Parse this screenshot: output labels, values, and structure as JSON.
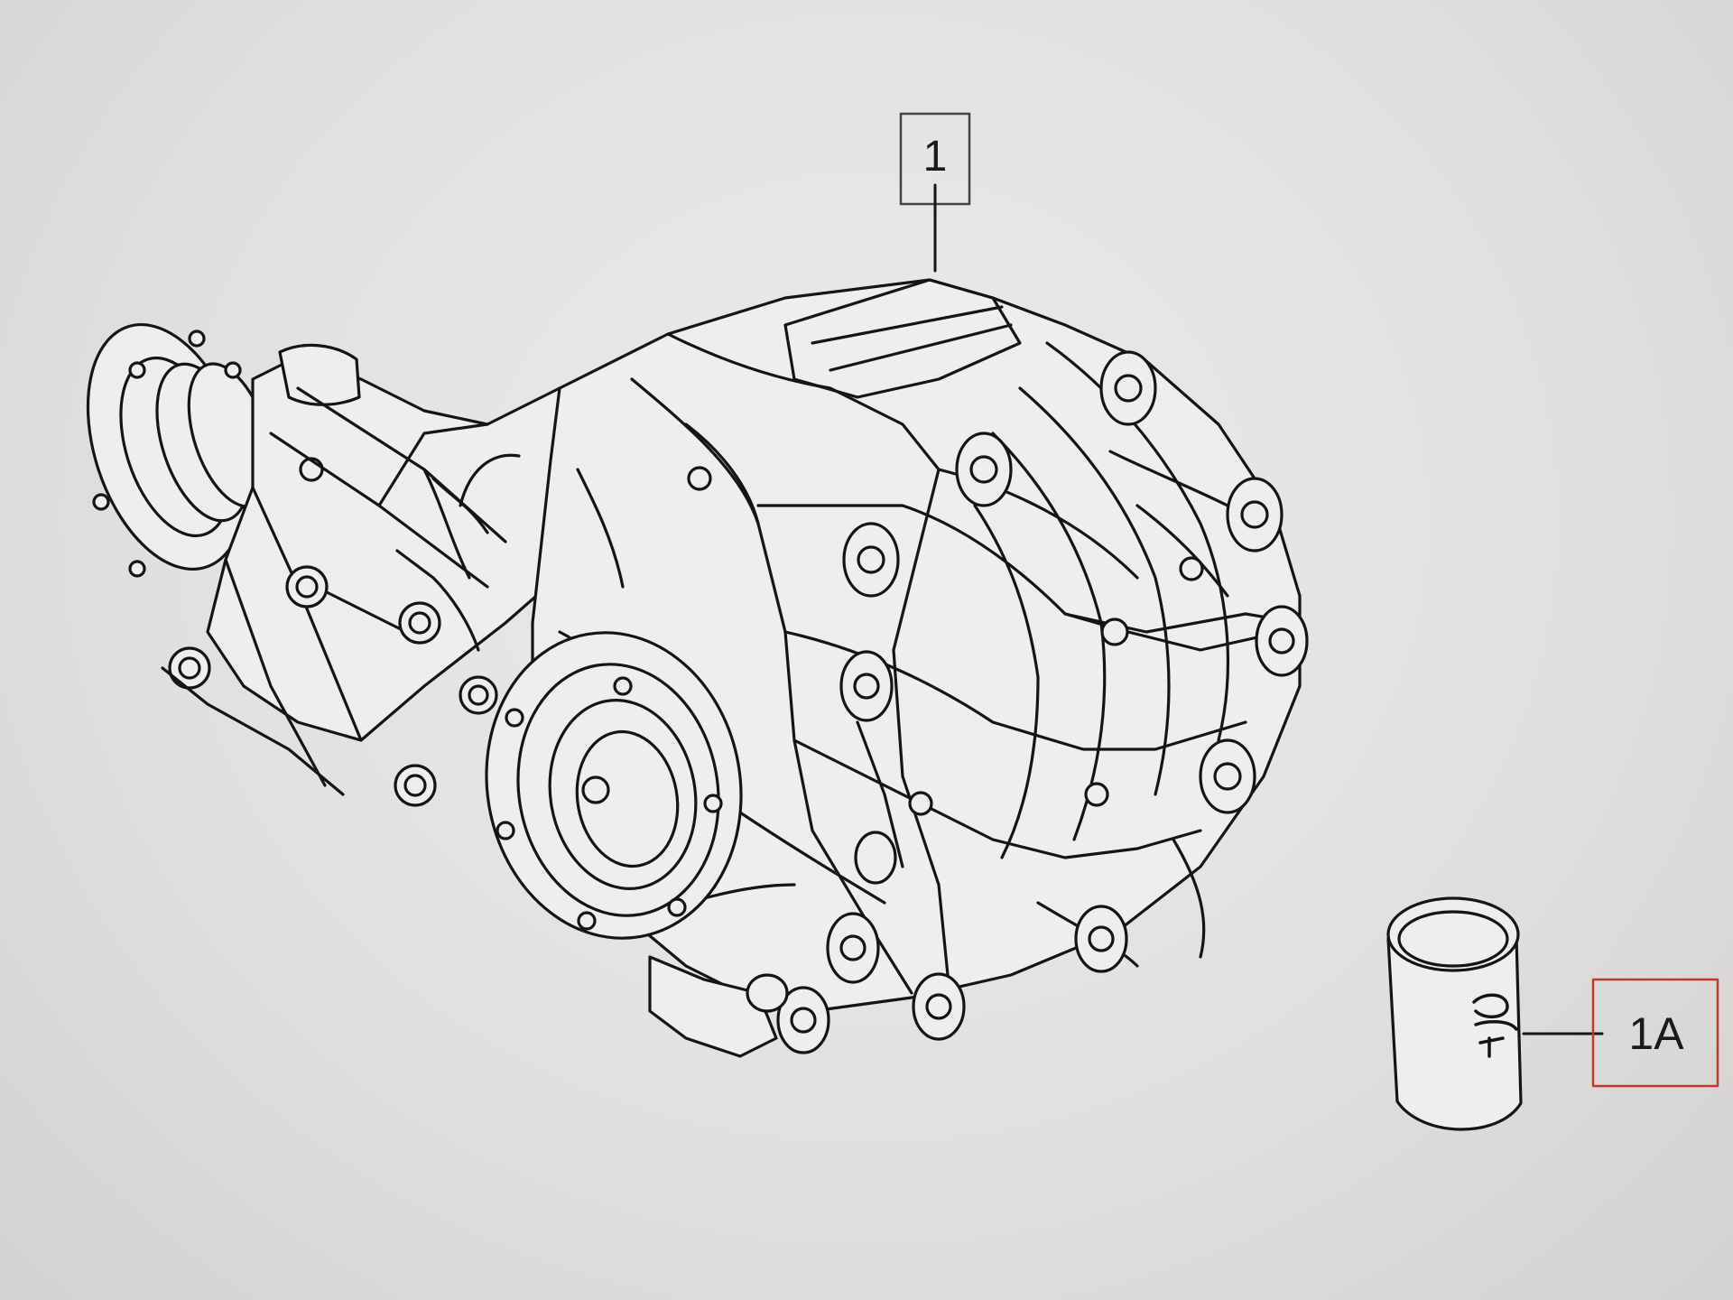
{
  "diagram": {
    "callouts": [
      {
        "id": "main-assembly",
        "label": "1",
        "box_color": "#444444"
      },
      {
        "id": "fluid-can",
        "label": "1A",
        "box_color": "#c0392b"
      }
    ],
    "colors": {
      "background": "#e4e3e1",
      "line": "#151515",
      "fill": "#efeeec"
    }
  }
}
